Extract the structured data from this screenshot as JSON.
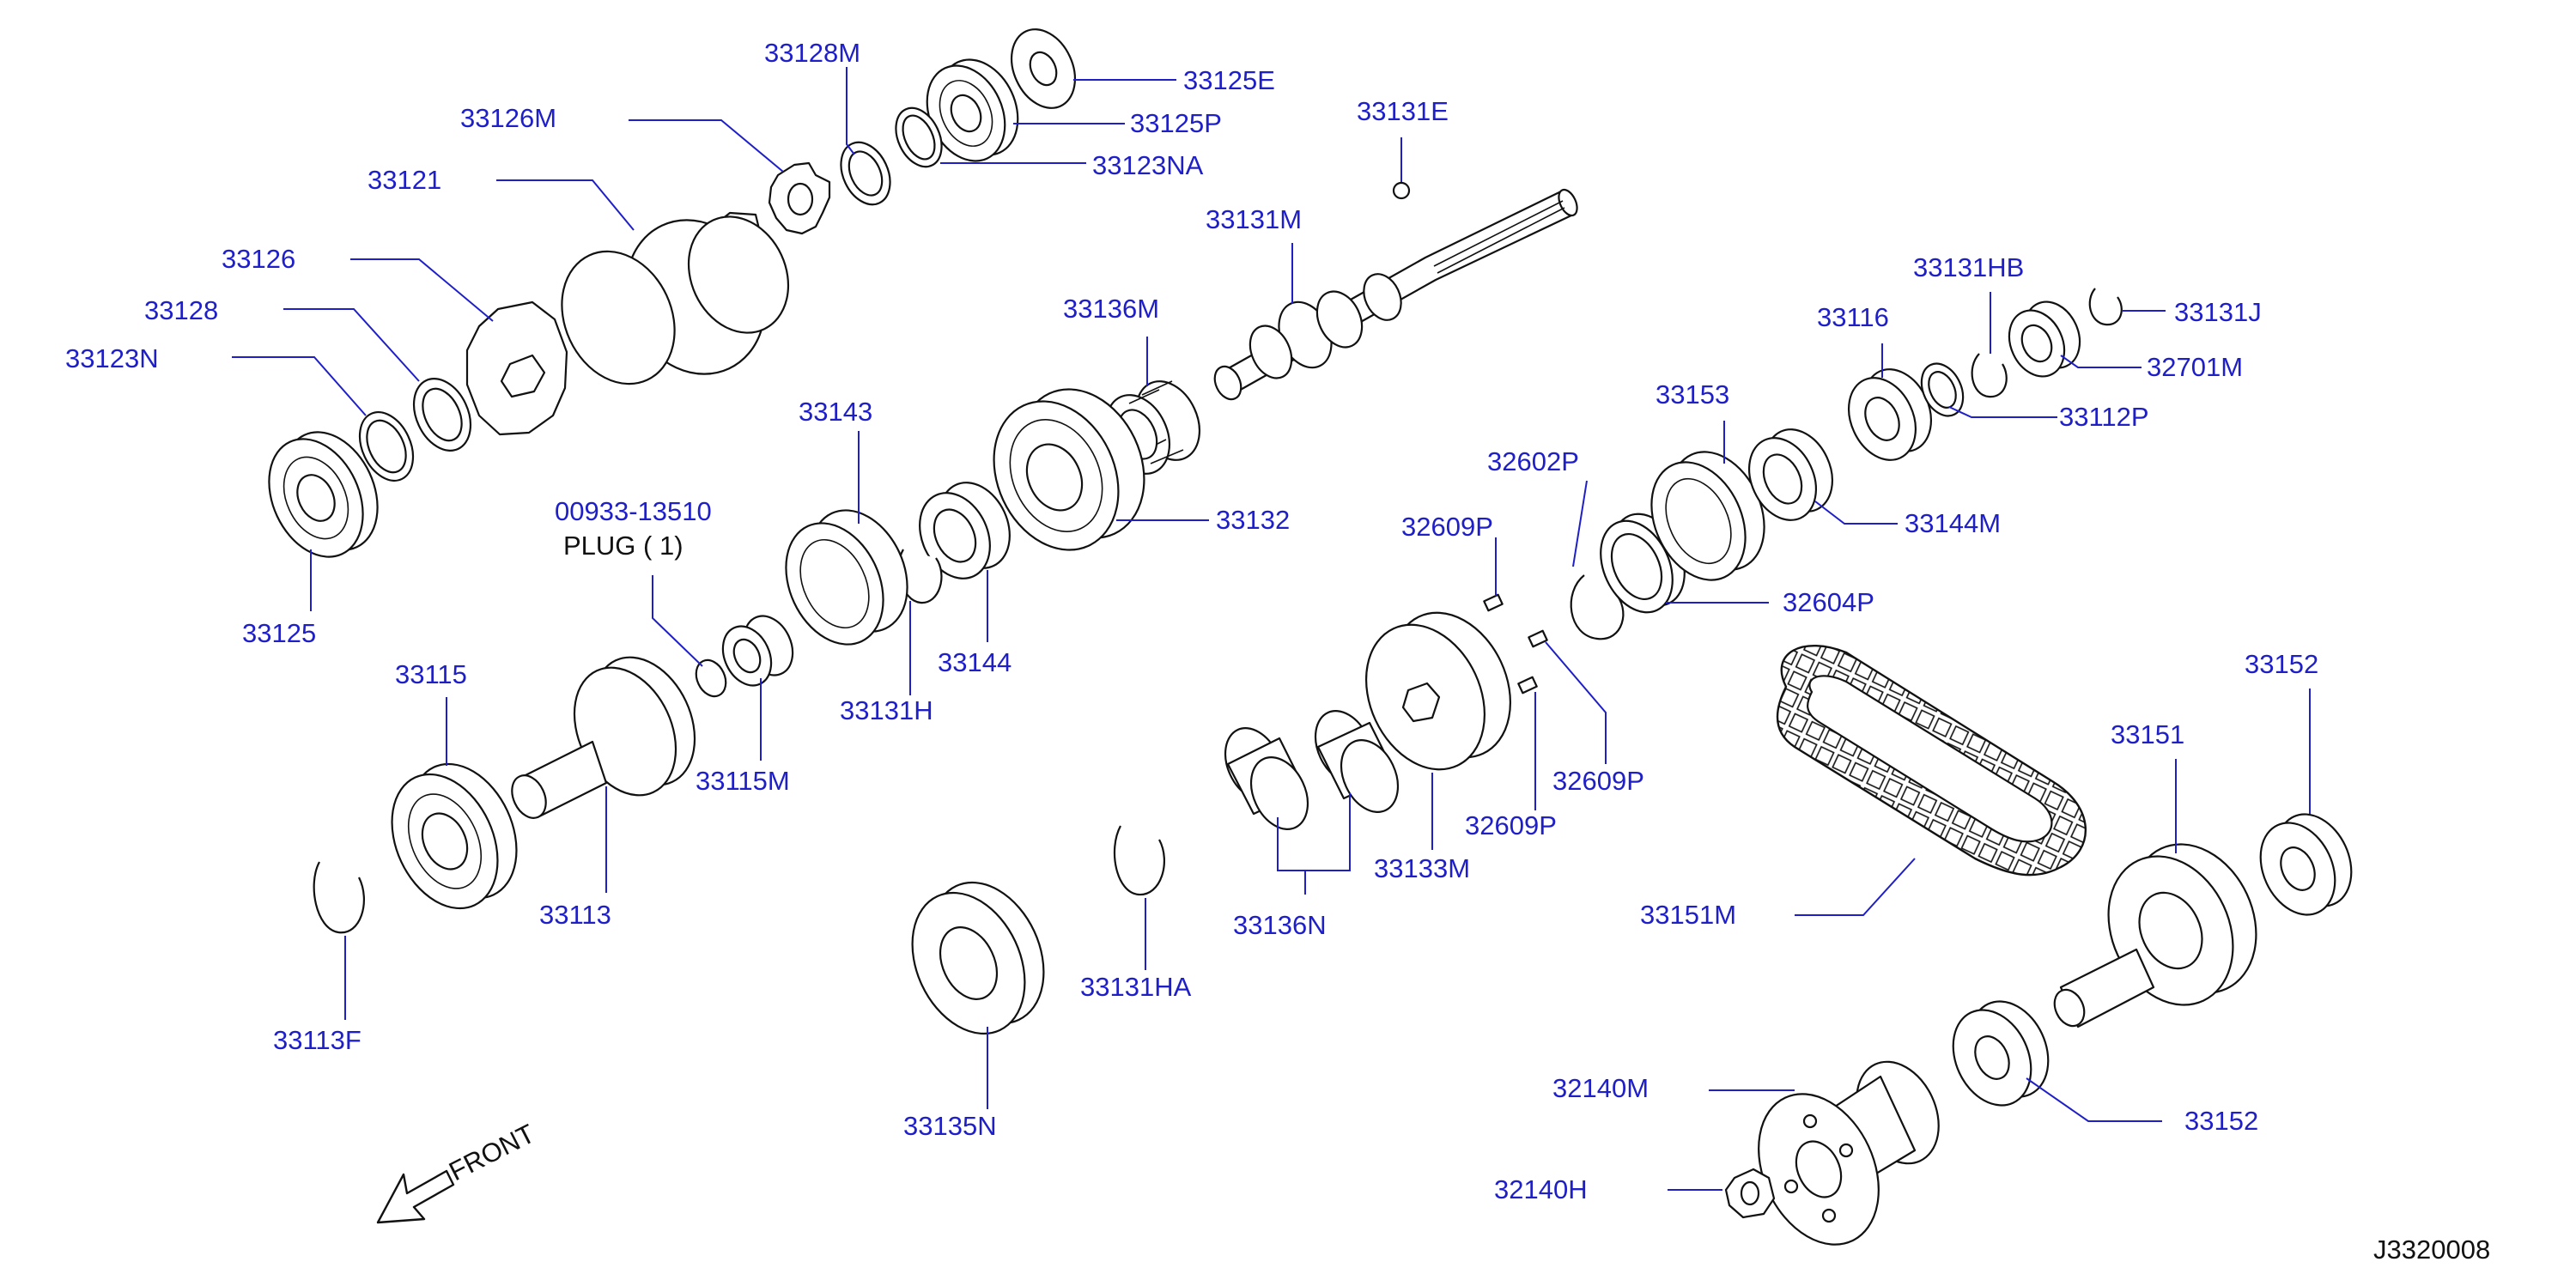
{
  "colors": {
    "label": "#1f1fc8",
    "ink": "#111111",
    "leader": "#1f1fc8"
  },
  "drawing_id": "J3320008",
  "front_indicator": {
    "label": "FRONT",
    "icon": "front-arrow-icon"
  },
  "notes": {
    "plug_part_number": "00933-13510",
    "plug_text": "PLUG ( 1)"
  },
  "parts": [
    {
      "id": "p33128M",
      "label": "33128M"
    },
    {
      "id": "p33125E",
      "label": "33125E"
    },
    {
      "id": "p33126M",
      "label": "33126M"
    },
    {
      "id": "p33125P",
      "label": "33125P"
    },
    {
      "id": "p33131E",
      "label": "33131E"
    },
    {
      "id": "p33123NA",
      "label": "33123NA"
    },
    {
      "id": "p33121",
      "label": "33121"
    },
    {
      "id": "p33131M",
      "label": "33131M"
    },
    {
      "id": "p33126",
      "label": "33126"
    },
    {
      "id": "p33131HB",
      "label": "33131HB"
    },
    {
      "id": "p33136M",
      "label": "33136M"
    },
    {
      "id": "p33128",
      "label": "33128"
    },
    {
      "id": "p33131J",
      "label": "33131J"
    },
    {
      "id": "p33116",
      "label": "33116"
    },
    {
      "id": "p33123N",
      "label": "33123N"
    },
    {
      "id": "p32701M",
      "label": "32701M"
    },
    {
      "id": "p33153",
      "label": "33153"
    },
    {
      "id": "p33143",
      "label": "33143"
    },
    {
      "id": "p33112P",
      "label": "33112P"
    },
    {
      "id": "p32602P",
      "label": "32602P"
    },
    {
      "id": "p33132",
      "label": "33132"
    },
    {
      "id": "p32609P_a",
      "label": "32609P"
    },
    {
      "id": "p33144M",
      "label": "33144M"
    },
    {
      "id": "p32604P",
      "label": "32604P"
    },
    {
      "id": "p33125",
      "label": "33125"
    },
    {
      "id": "p33144",
      "label": "33144"
    },
    {
      "id": "p33115",
      "label": "33115"
    },
    {
      "id": "p33152_a",
      "label": "33152"
    },
    {
      "id": "p33131H",
      "label": "33131H"
    },
    {
      "id": "p33151",
      "label": "33151"
    },
    {
      "id": "p32609P_b",
      "label": "32609P"
    },
    {
      "id": "p33115M",
      "label": "33115M"
    },
    {
      "id": "p32609P_c",
      "label": "32609P"
    },
    {
      "id": "p33133M",
      "label": "33133M"
    },
    {
      "id": "p33113",
      "label": "33113"
    },
    {
      "id": "p33151M",
      "label": "33151M"
    },
    {
      "id": "p33136N",
      "label": "33136N"
    },
    {
      "id": "p33131HA",
      "label": "33131HA"
    },
    {
      "id": "p33113F",
      "label": "33113F"
    },
    {
      "id": "p32140M",
      "label": "32140M"
    },
    {
      "id": "p33152_b",
      "label": "33152"
    },
    {
      "id": "p33135N",
      "label": "33135N"
    },
    {
      "id": "p32140H",
      "label": "32140H"
    }
  ]
}
